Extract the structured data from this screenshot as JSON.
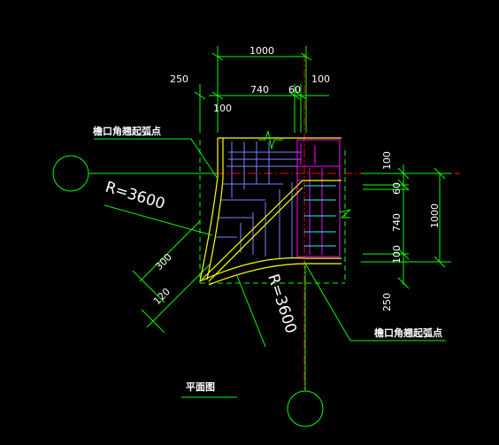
{
  "drawing": {
    "title": "平面图",
    "dims_top": {
      "overall": "1000",
      "left_250": "250",
      "right_100": "100",
      "mid_740": "740",
      "mid_60": "60",
      "sub_100": "100"
    },
    "dims_right": {
      "overall": "1000",
      "d100_top": "100",
      "d60": "60",
      "d740": "740",
      "d100_bottom": "100",
      "d250": "250"
    },
    "dims_diag": {
      "d300": "300",
      "d120": "120"
    },
    "radius_label": "R=3600",
    "radius_label_2": "R=3600",
    "note_eave_top": "檐口角翘起弧点",
    "note_eave_bottom": "檐口角翘起弧点"
  },
  "colors": {
    "dim_green": "#00ff00",
    "axis_red": "#ff0000",
    "line_yellow": "#ffff00",
    "member_blue": "#7f7fff",
    "member_magenta": "#ff00ff",
    "member_cyan": "#00ffff",
    "text_white": "#ffffff"
  }
}
